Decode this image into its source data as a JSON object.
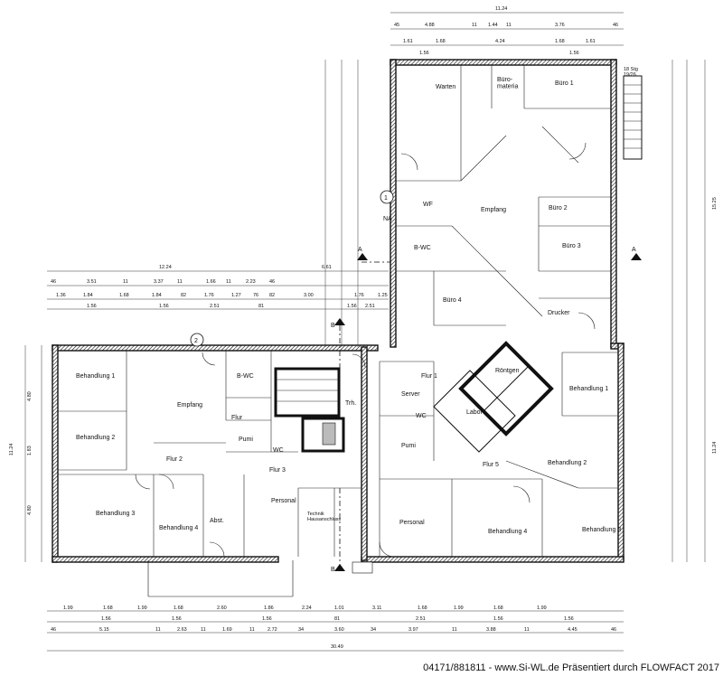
{
  "rooms": {
    "warten": "Warten",
    "bueromaterial": "Büro-\nmateria",
    "buero1": "Büro 1",
    "buero2": "Büro 2",
    "buero3": "Büro 3",
    "empfang_right": "Empfang",
    "wf": "WF",
    "na": "NA",
    "bwc_right": "B-WC",
    "buero4": "Büro 4",
    "drucker": "Drucker",
    "roentgen": "Röntgen",
    "labor": "Labor",
    "flur1": "Flur 1",
    "server": "Server",
    "wc_right": "WC",
    "pumi_right": "Pumi",
    "behandlung1_right": "Behandlung 1",
    "behandlung2_right": "Behandlung 2",
    "behandlung3_right": "Behandlung 3",
    "behandlung4_right": "Behandlung 4",
    "personal_right": "Personal",
    "behandlung1_left": "Behandlung 1",
    "behandlung2_left": "Behandlung 2",
    "behandlung3_left": "Behandlung 3",
    "behandlung4_left": "Behandlung 4",
    "empfang_left": "Empfang",
    "bwc_left": "B-WC",
    "flur2": "Flur 2",
    "flur3": "Flur 3",
    "pumi_left": "Pumi",
    "wc_left": "WC",
    "abst": "Abst.",
    "personal_left": "Personal",
    "technik": "Technik\nHausanschluss",
    "trh": "Trh.",
    "circle1": "1",
    "circle2": "2",
    "stair": "18 Stg\n19/26"
  },
  "dimensions": {
    "top_total": "11.24",
    "top_row1": [
      "45",
      "4.88",
      "11",
      "1.44",
      "11",
      "3.76",
      "46"
    ],
    "top_row2": [
      "1.61",
      "1.68",
      "4.24",
      "1.68",
      "1.61"
    ],
    "top_row3": [
      "1.56",
      "1.56"
    ],
    "mid_total": "12.24",
    "mid_label": "6.61",
    "mid_row1": [
      "46",
      "3.51",
      "11",
      "3.37",
      "11",
      "1.66",
      "11",
      "2.23",
      "46"
    ],
    "mid_row2": [
      "1.36",
      "1.84",
      "1.68",
      "1.84",
      "82",
      "1.76",
      "1.27",
      "76",
      "82",
      "3.00",
      "1.76",
      "1.25"
    ],
    "mid_row3": [
      "1.56",
      "1.56",
      "2.51",
      "81",
      "1.56",
      "2.51"
    ],
    "bottom_row1": [
      "1.99",
      "1.68",
      "1.99",
      "1.68",
      "2.60",
      "1.86",
      "2.24",
      "1.01",
      "3.11",
      "1.68",
      "1.99",
      "1.68",
      "1.99"
    ],
    "bottom_row2": [
      "1.56",
      "1.56",
      "1.56",
      "81",
      "2.51",
      "1.56",
      "1.56"
    ],
    "bottom_row3": [
      "46",
      "5.15",
      "11",
      "2.63",
      "11",
      "1.69",
      "11",
      "2.72",
      "34",
      "3.60",
      "34",
      "3.97",
      "11",
      "3.88",
      "11",
      "4.45",
      "46"
    ],
    "bottom_total": "30.49",
    "left_total": "11.24",
    "left_parts": [
      "4.80",
      "1.83",
      "4.80"
    ],
    "right_total": "15.25",
    "right_total2": "11.24",
    "section_a": "A",
    "section_b": "B"
  },
  "footer": {
    "text": "04171/881811 - www.Si-WL.de Präsentiert durch FLOWFACT 2017"
  }
}
